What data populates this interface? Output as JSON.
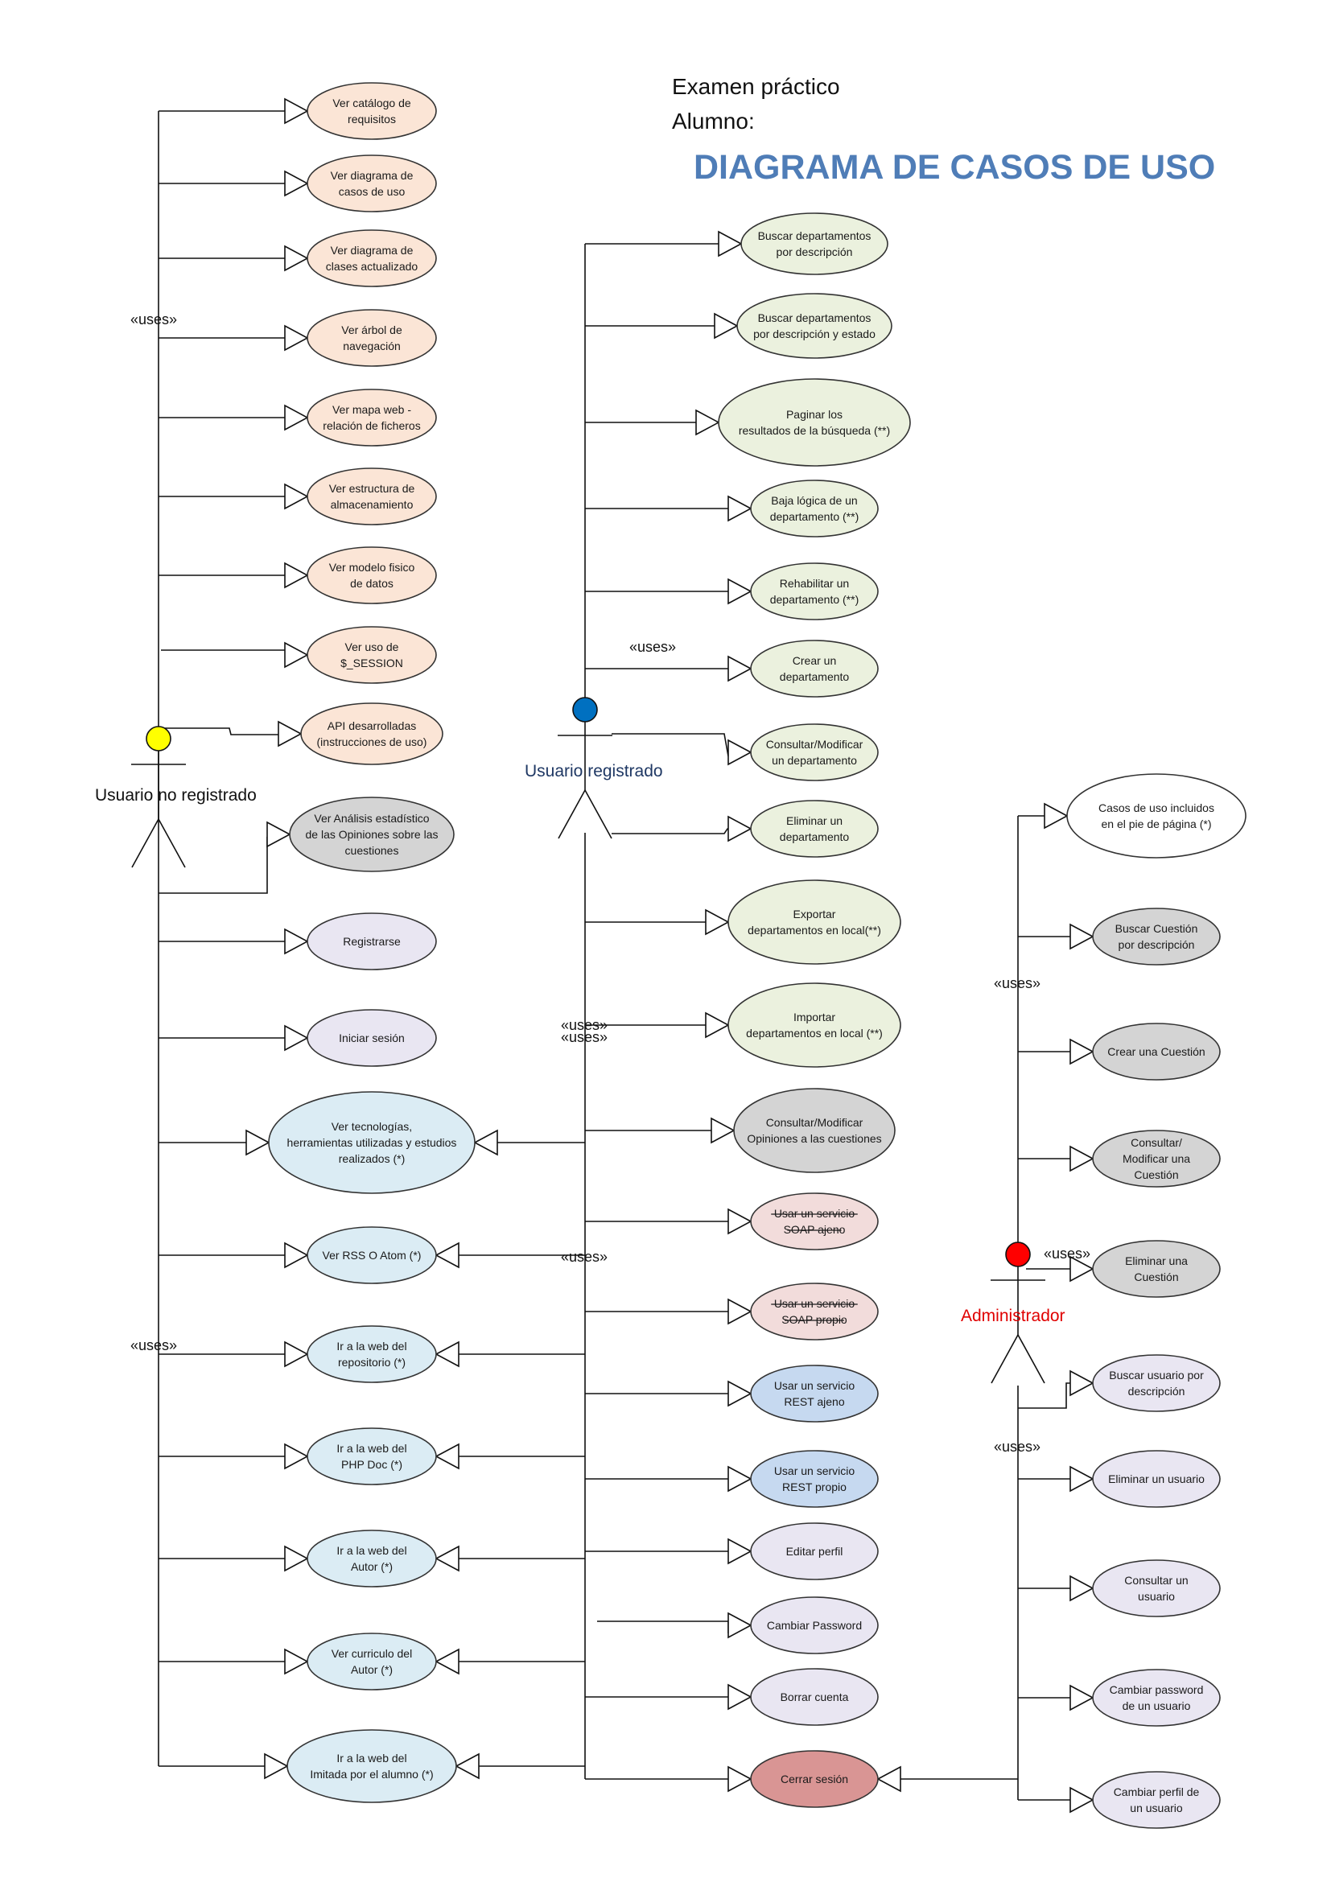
{
  "header": {
    "line1": "Examen práctico",
    "line2": "Alumno:",
    "title": "DIAGRAMA DE CASOS DE USO"
  },
  "colors": {
    "title": "#4f7db7",
    "peach": "#fbe5d6",
    "green": "#ebf1de",
    "lavender": "#e9e6f2",
    "lightblue": "#dbecf4",
    "gray": "#d4d4d4",
    "pink": "#f2dcdb",
    "blue": "#c6d9f0",
    "red": "#d99594",
    "white": "#ffffff",
    "actor_yellow": "#ffff00",
    "actor_blue": "#0070c0",
    "actor_red": "#ff0000",
    "label_blue": "#1f3864",
    "label_red": "#e00000"
  },
  "actors": [
    {
      "id": "no-registrado",
      "label": "Usuario no registrado",
      "head_color": "actor_yellow",
      "label_color": "#111111"
    },
    {
      "id": "registrado",
      "label": "Usuario registrado",
      "head_color": "actor_blue",
      "label_color": "label_blue"
    },
    {
      "id": "administrador",
      "label": "Administrador",
      "head_color": "actor_red",
      "label_color": "label_red"
    }
  ],
  "stereotype": "«uses»",
  "use_cases": {
    "no_registrado": [
      {
        "lines": [
          "Ver catálogo de",
          "requisitos"
        ],
        "color": "peach"
      },
      {
        "lines": [
          "Ver diagrama de",
          "casos de uso"
        ],
        "color": "peach"
      },
      {
        "lines": [
          "Ver diagrama de",
          "clases actualizado"
        ],
        "color": "peach"
      },
      {
        "lines": [
          "Ver árbol de",
          "navegación"
        ],
        "color": "peach"
      },
      {
        "lines": [
          "Ver mapa web -",
          "relación de ficheros"
        ],
        "color": "peach"
      },
      {
        "lines": [
          "Ver estructura de",
          "almacenamiento"
        ],
        "color": "peach"
      },
      {
        "lines": [
          "Ver modelo fisico",
          "de datos"
        ],
        "color": "peach"
      },
      {
        "lines": [
          "Ver uso de",
          "$_SESSION"
        ],
        "color": "peach"
      },
      {
        "lines": [
          "API desarrolladas",
          "(instrucciones de uso)"
        ],
        "color": "peach"
      },
      {
        "lines": [
          "Ver Análisis estadístico",
          "de las Opiniones sobre las",
          "cuestiones"
        ],
        "color": "gray"
      },
      {
        "lines": [
          "Registrarse"
        ],
        "color": "lavender"
      },
      {
        "lines": [
          "Iniciar sesión"
        ],
        "color": "lavender"
      },
      {
        "lines": [
          "Ver tecnologías,",
          "herramientas utilizadas y estudios",
          "realizados (*)"
        ],
        "color": "lightblue"
      },
      {
        "lines": [
          "Ver RSS O Atom (*)"
        ],
        "color": "lightblue"
      },
      {
        "lines": [
          "Ir a la web del",
          "repositorio (*)"
        ],
        "color": "lightblue"
      },
      {
        "lines": [
          "Ir a la web del",
          "PHP Doc (*)"
        ],
        "color": "lightblue"
      },
      {
        "lines": [
          "Ir a la web del",
          "Autor (*)"
        ],
        "color": "lightblue"
      },
      {
        "lines": [
          "Ver curriculo del",
          "Autor (*)"
        ],
        "color": "lightblue"
      },
      {
        "lines": [
          "Ir a la web del",
          "Imitada por el alumno (*)"
        ],
        "color": "lightblue"
      }
    ],
    "registrado": [
      {
        "lines": [
          "Buscar departamentos",
          "por descripción"
        ],
        "color": "green"
      },
      {
        "lines": [
          "Buscar departamentos",
          "por descripción y estado"
        ],
        "color": "green"
      },
      {
        "lines": [
          "Paginar los",
          "resultados de la búsqueda (**)"
        ],
        "color": "green"
      },
      {
        "lines": [
          "Baja lógica de un",
          "departamento (**)"
        ],
        "color": "green"
      },
      {
        "lines": [
          "Rehabilitar un",
          "departamento (**)"
        ],
        "color": "green"
      },
      {
        "lines": [
          "Crear un",
          "departamento"
        ],
        "color": "green"
      },
      {
        "lines": [
          "Consultar/Modificar",
          "un departamento"
        ],
        "color": "green"
      },
      {
        "lines": [
          "Eliminar un",
          "departamento"
        ],
        "color": "green"
      },
      {
        "lines": [
          "Exportar",
          "departamentos en local(**)"
        ],
        "color": "green"
      },
      {
        "lines": [
          "Importar",
          "departamentos en local (**)"
        ],
        "color": "green"
      },
      {
        "lines": [
          "Consultar/Modificar",
          "Opiniones a las cuestiones"
        ],
        "color": "gray"
      },
      {
        "lines": [
          "Usar un servicio",
          "SOAP ajeno"
        ],
        "color": "pink",
        "strike": true
      },
      {
        "lines": [
          "Usar un servicio",
          "SOAP propio"
        ],
        "color": "pink",
        "strike": true
      },
      {
        "lines": [
          "Usar un servicio",
          "REST ajeno"
        ],
        "color": "blue"
      },
      {
        "lines": [
          "Usar un servicio",
          "REST propio"
        ],
        "color": "blue"
      },
      {
        "lines": [
          "Editar perfil"
        ],
        "color": "lavender"
      },
      {
        "lines": [
          "Cambiar Password"
        ],
        "color": "lavender"
      },
      {
        "lines": [
          "Borrar cuenta"
        ],
        "color": "lavender"
      },
      {
        "lines": [
          "Cerrar sesión"
        ],
        "color": "red"
      }
    ],
    "administrador": [
      {
        "lines": [
          "Casos de uso incluidos",
          "en el pie de página (*)"
        ],
        "color": "white"
      },
      {
        "lines": [
          "Buscar Cuestión",
          "por descripción"
        ],
        "color": "gray"
      },
      {
        "lines": [
          "Crear una Cuestión"
        ],
        "color": "gray"
      },
      {
        "lines": [
          "Consultar/",
          "Modificar una",
          "Cuestión"
        ],
        "color": "gray"
      },
      {
        "lines": [
          "Eliminar una",
          "Cuestión"
        ],
        "color": "gray"
      },
      {
        "lines": [
          "Buscar usuario por",
          "descripción"
        ],
        "color": "lavender"
      },
      {
        "lines": [
          "Eliminar un usuario"
        ],
        "color": "lavender"
      },
      {
        "lines": [
          "Consultar un",
          "usuario"
        ],
        "color": "lavender"
      },
      {
        "lines": [
          "Cambiar password",
          "de un usuario"
        ],
        "color": "lavender"
      },
      {
        "lines": [
          "Cambiar perfil de",
          "un usuario"
        ],
        "color": "lavender"
      }
    ]
  }
}
